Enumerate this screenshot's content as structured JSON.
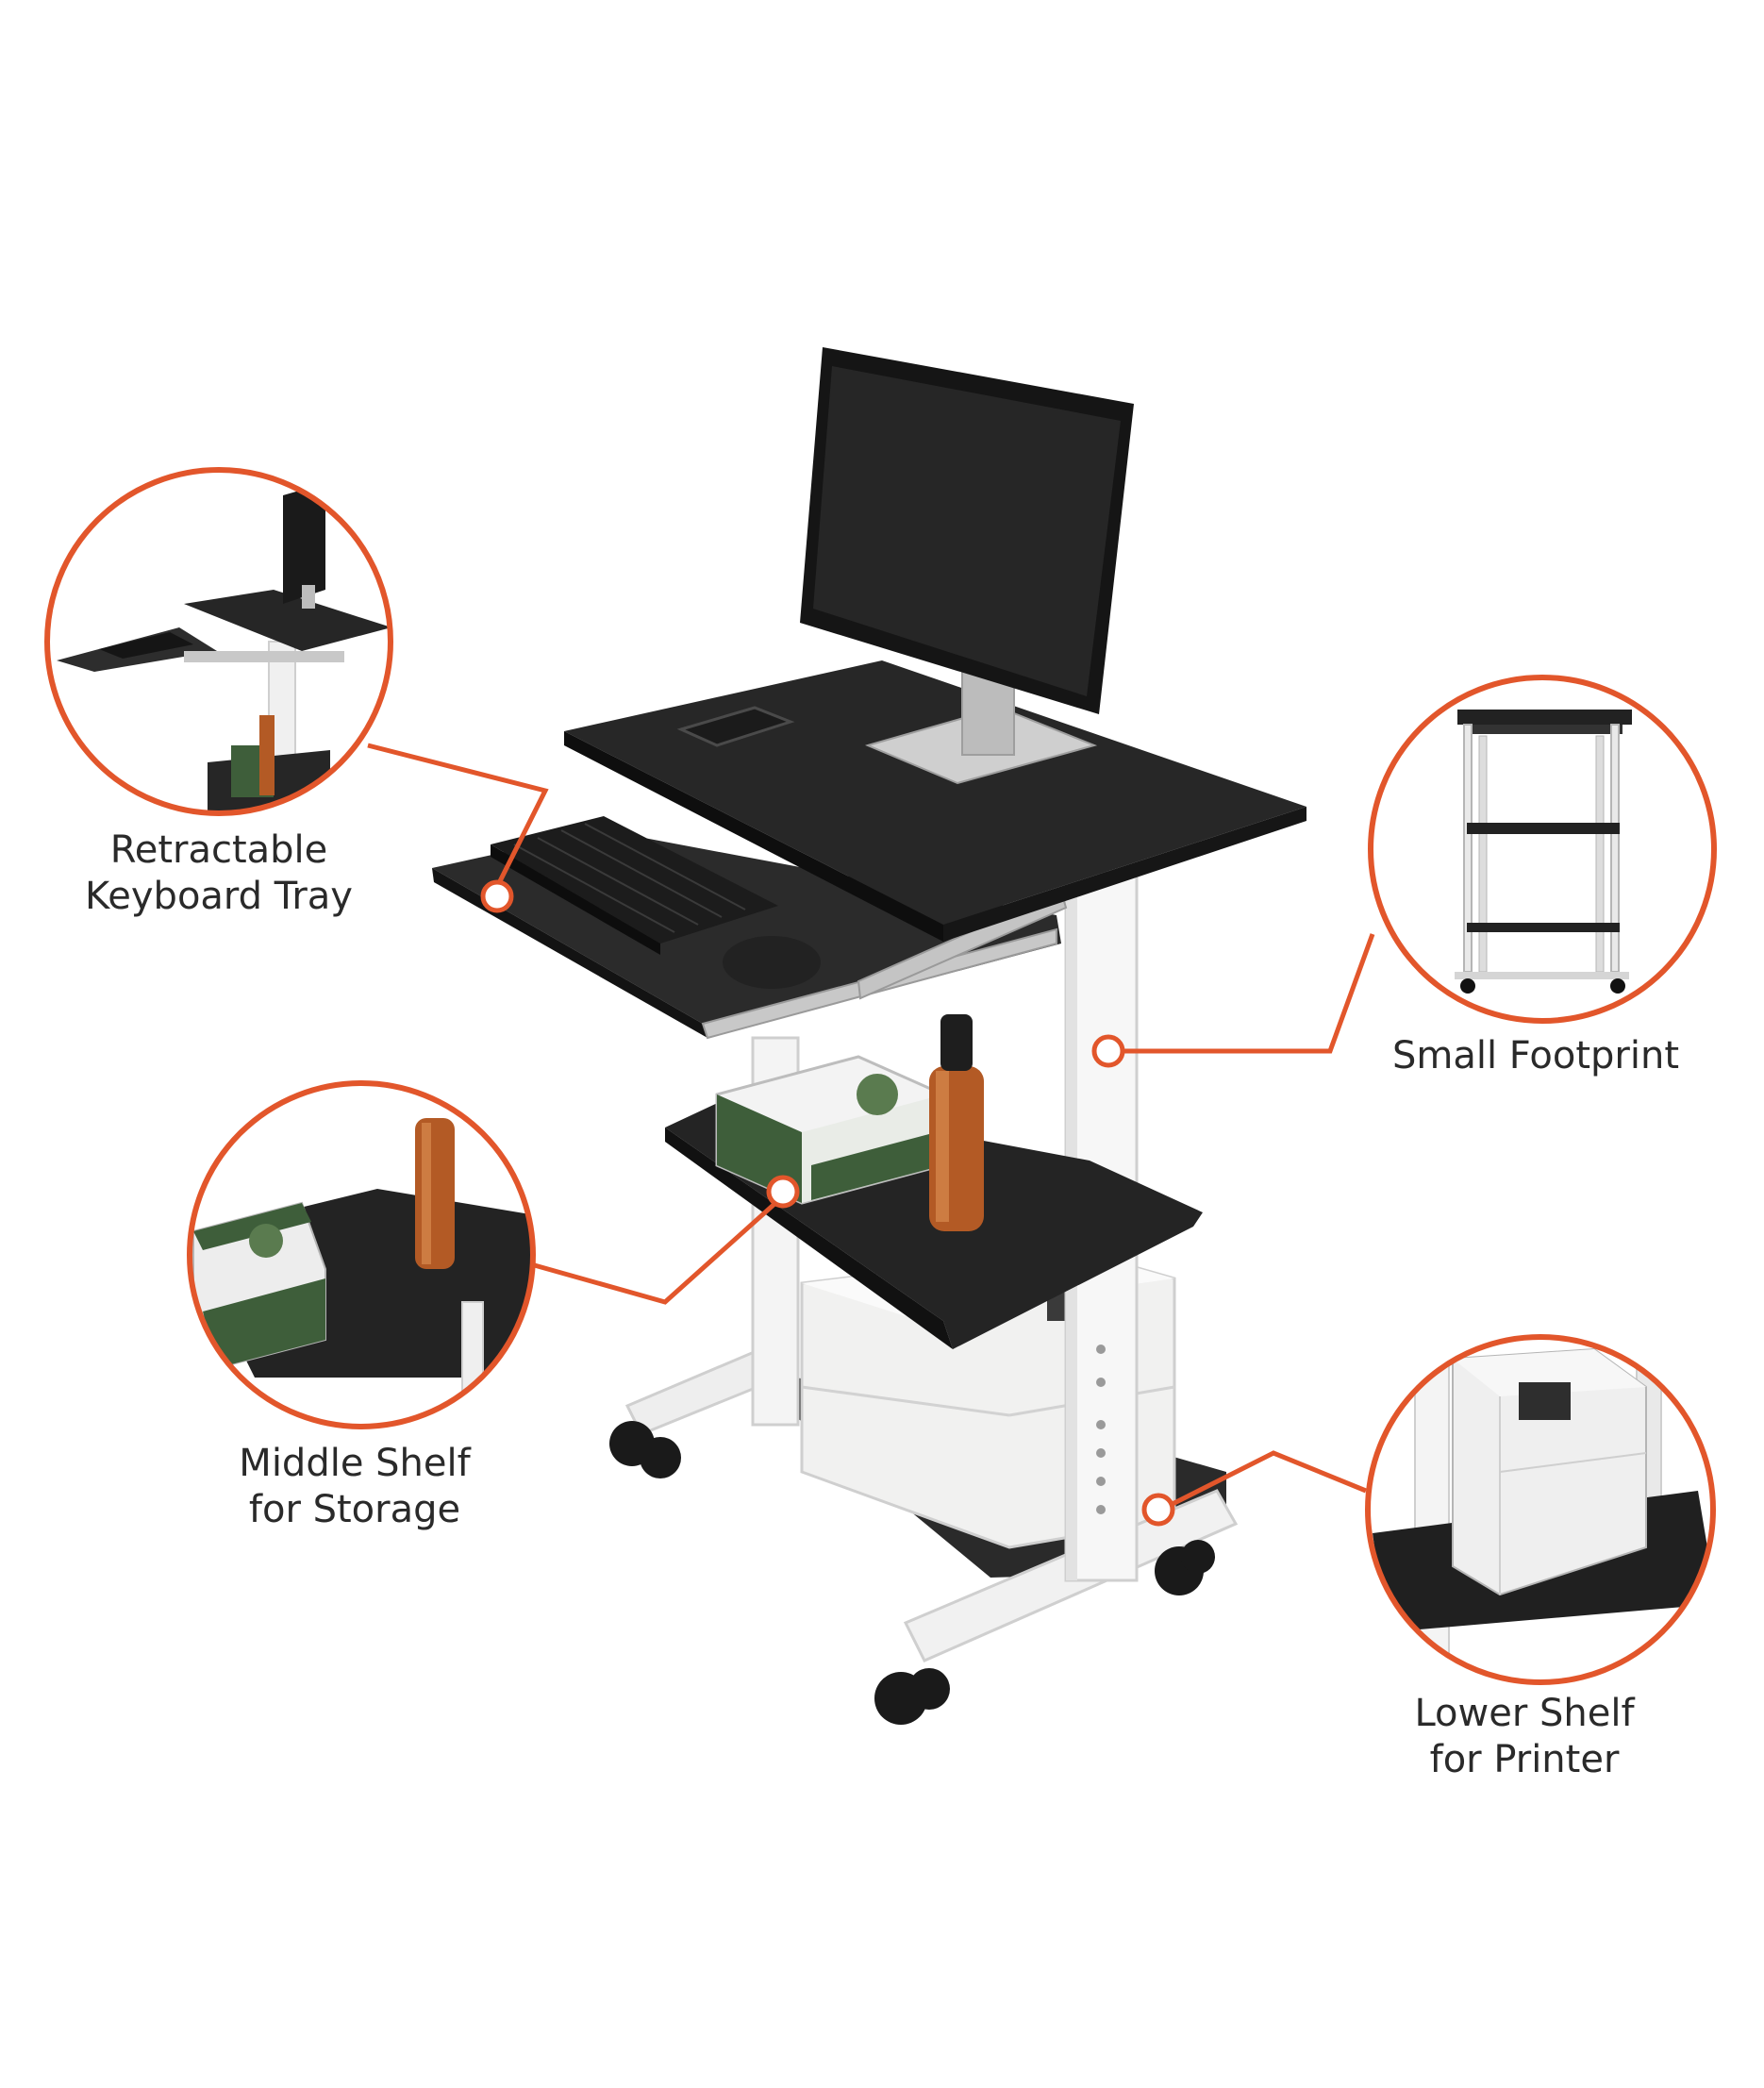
{
  "accent_color": "#e2562b",
  "callouts": {
    "keyboard_tray": {
      "line1": "Retractable",
      "line2": "Keyboard Tray"
    },
    "small_footprint": {
      "line1": "Small Footprint"
    },
    "middle_shelf": {
      "line1": "Middle Shelf",
      "line2": "for Storage"
    },
    "lower_shelf": {
      "line1": "Lower Shelf",
      "line2": "for Printer"
    }
  }
}
